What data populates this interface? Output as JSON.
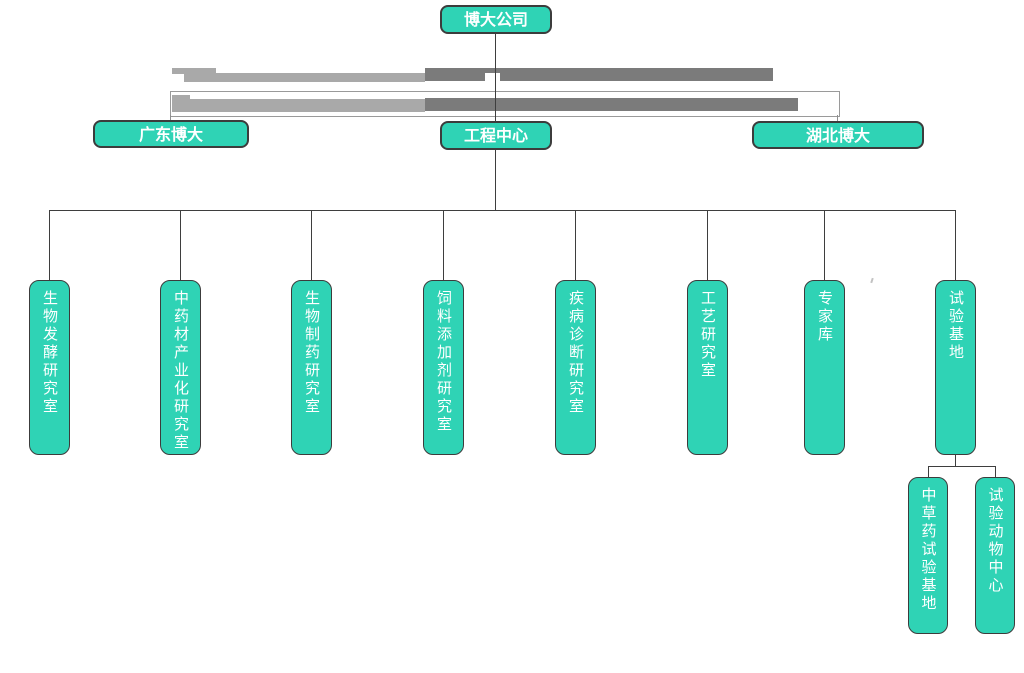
{
  "chart_type": "organization-chart",
  "nodes": {
    "root": "博大公司",
    "branches": [
      "广东博大",
      "工程中心",
      "湖北博大"
    ],
    "departments": [
      "生物发酵研究室",
      "中药材产业化研究室",
      "生物制药研究室",
      "饲料添加剂研究室",
      "疾病诊断研究室",
      "工艺研究室",
      "专家库",
      "试验基地"
    ],
    "sub_departments": [
      "中草药试验基地",
      "试验动物中心"
    ]
  },
  "hierarchy": {
    "root_children": [
      "广东博大",
      "工程中心",
      "湖北博大"
    ],
    "engineering_center_children": [
      "生物发酵研究室",
      "中药材产业化研究室",
      "生物制药研究室",
      "饲料添加剂研究室",
      "疾病诊断研究室",
      "工艺研究室",
      "专家库",
      "试验基地"
    ],
    "test_base_children": [
      "中草药试验基地",
      "试验动物中心"
    ]
  },
  "colors": {
    "node_fill": "#2fd3b5",
    "node_border": "#3c3c3c",
    "node_text": "#ffffff",
    "connector_line": "#3e3e3e",
    "frame_line": "#9a9a9a",
    "redacted_bar_light": "#a9a9a9",
    "redacted_bar_dark": "#7b7b7b"
  }
}
